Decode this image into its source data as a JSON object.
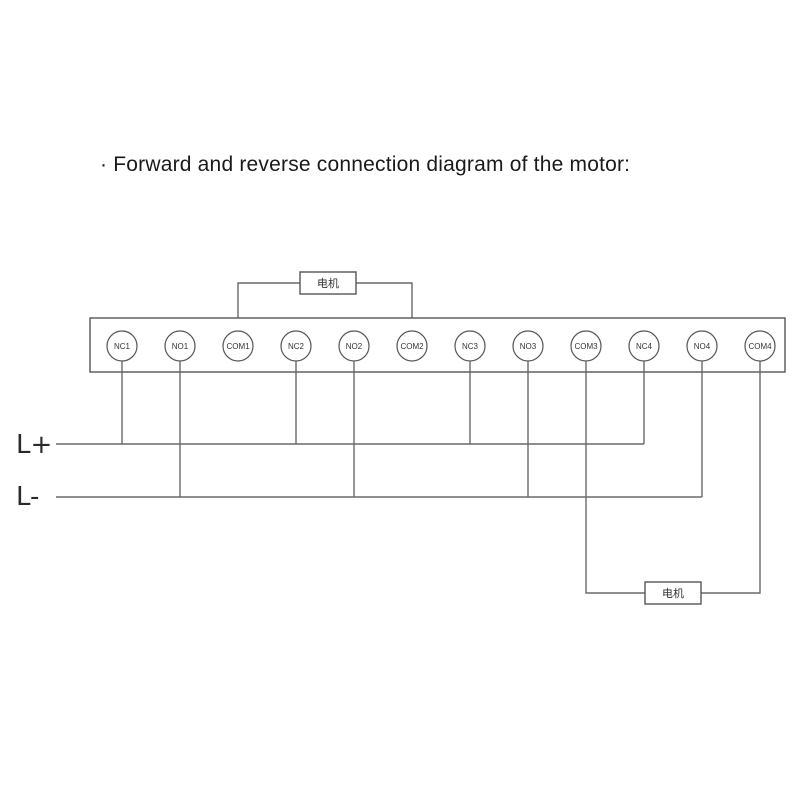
{
  "caption": "· Forward and reverse connection diagram of the motor:",
  "terminals": [
    "NC1",
    "NO1",
    "COM1",
    "NC2",
    "NO2",
    "COM2",
    "NC3",
    "NO3",
    "COM3",
    "NC4",
    "NO4",
    "COM4"
  ],
  "rails": {
    "positive": "L+",
    "negative": "L-"
  },
  "motors": {
    "top": "电机",
    "bottom": "电机"
  }
}
